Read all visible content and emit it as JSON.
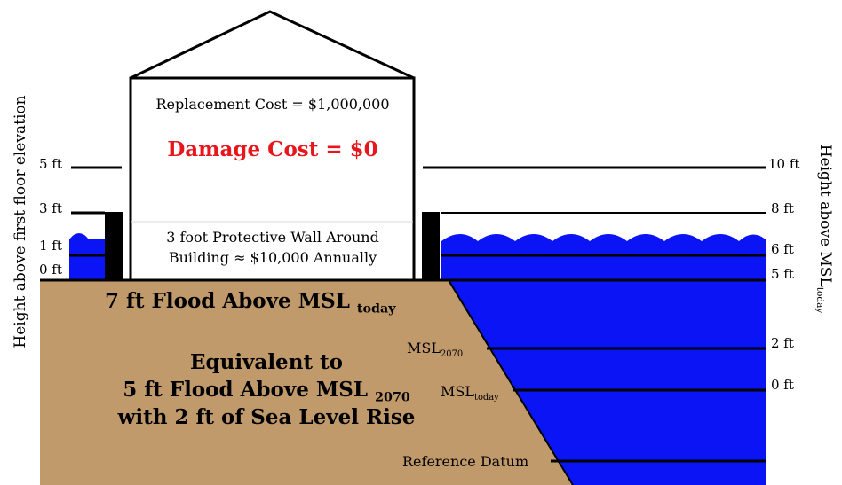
{
  "house": {
    "replacement_cost": "Replacement Cost = $1,000,000",
    "damage_cost": "Damage Cost = $0",
    "wall_text_1": "3 foot Protective Wall Around",
    "wall_text_2": "Building ≈ $10,000 Annually"
  },
  "left_axis": {
    "title": "Height above first floor elevation",
    "ticks": [
      "5 ft",
      "3 ft",
      "1 ft",
      "0 ft"
    ]
  },
  "right_axis": {
    "title_main": "Height above MSL",
    "title_sub": "today",
    "ticks": [
      "10 ft",
      "8 ft",
      "6 ft",
      "5 ft",
      "2 ft",
      "0 ft"
    ]
  },
  "ground": {
    "flood_main": "7 ft Flood Above MSL",
    "flood_sub": "today",
    "equiv_line1": "Equivalent to",
    "equiv_line2": "5 ft Flood Above MSL",
    "equiv_line2_sub": "2070",
    "equiv_line3": "with 2 ft of Sea Level Rise"
  },
  "levels": {
    "msl_2070_main": "MSL",
    "msl_2070_sub": "2070",
    "msl_today_main": "MSL",
    "msl_today_sub": "today",
    "reference_datum": "Reference Datum"
  },
  "colors": {
    "water": "#0a14f5",
    "ground": "#c19a6b",
    "damage_text": "#e8151c"
  }
}
